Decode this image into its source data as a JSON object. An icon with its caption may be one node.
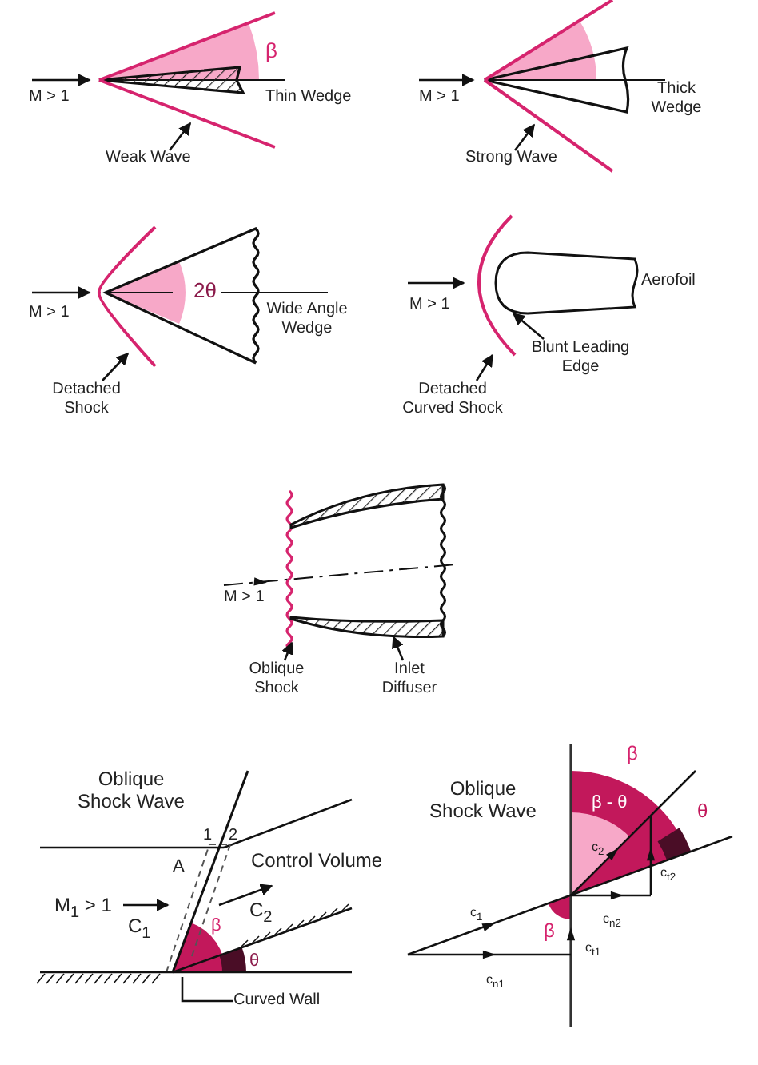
{
  "diagram": {
    "nodes": [
      {
        "text": [
          "Weak Wave"
        ]
      },
      {
        "text": [
          "Strong Wave"
        ]
      },
      {
        "text": [
          "Detached Shock"
        ]
      },
      {
        "text": [
          "Detached Curved Shock"
        ]
      },
      {
        "text": [
          "Blunt Leading Edge"
        ]
      },
      {
        "text": [
          "Oblique Shock"
        ]
      },
      {
        "text": [
          "Inlet Diffuser"
        ]
      },
      {
        "text": [
          "Curved Wall"
        ]
      },
      {
        "text": [],
        "shape": "line"
      },
      {
        "text": [],
        "shape": "picture"
      },
      {
        "text": [],
        "shape": "line"
      },
      {
        "text": [],
        "shape": "picture"
      }
    ],
    "edges": [
      {
        "from": 0,
        "to": null,
        "arrow": "to"
      },
      {
        "from": 1,
        "to": null,
        "arrow": "to"
      },
      {
        "from": 2,
        "to": null,
        "arrow": "to"
      },
      {
        "from": 3,
        "to": 8,
        "arrow": "to"
      },
      {
        "from": 4,
        "to": 9,
        "arrow": "to"
      },
      {
        "from": 5,
        "to": 10,
        "arrow": "to"
      },
      {
        "from": 6,
        "to": 11,
        "arrow": "to"
      },
      {
        "from": 7,
        "to": null,
        "arrow": "none"
      }
    ],
    "labels": [
      "β",
      "M > 1",
      "Thin Wedge",
      "M > 1",
      "Thick Wedge",
      "M > 1",
      "2θ",
      "Wide Angle Wedge",
      "M > 1",
      "Aerofoil",
      "M > 1",
      "Oblique Shock Wave",
      "1",
      "2",
      "A",
      "Control Volume",
      "M$_{1}$ > 1",
      "C$_{1}$",
      "C$_{2}$",
      "β",
      "θ",
      "Oblique Shock Wave",
      "β",
      "β - θ",
      "θ",
      "c$_{2}$",
      "c$_{t2}$",
      "c$_{1}$",
      "c$_{n2}$",
      "β",
      "c$_{t1}$",
      "c$_{n1}$"
    ]
  }
}
